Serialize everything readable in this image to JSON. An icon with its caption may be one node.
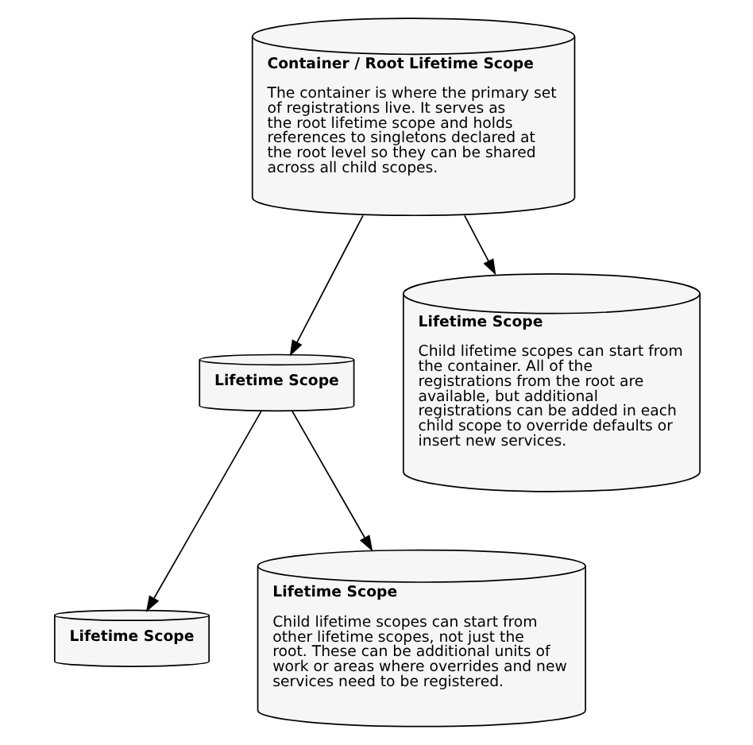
{
  "diagram": {
    "nodes": [
      {
        "text": [
          "Container / Root Lifetime Scope",
          "The container is where the primary set of registrations live. It serves as the root lifetime scope and holds references to singletons declared at the root level so they can be shared across all child scopes."
        ]
      },
      {
        "text": [
          "Lifetime Scope"
        ]
      },
      {
        "text": [
          "Lifetime Scope",
          "Child lifetime scopes can start from the container. All of the registrations from the root are available, but additional registrations can be added in each child scope to override defaults or insert new services."
        ]
      },
      {
        "text": [
          "Lifetime Scope"
        ]
      },
      {
        "text": [
          "Lifetime Scope",
          "Child lifetime scopes can start from other lifetime scopes, not just the root. These can be additional units of work or areas where overrides and new services need to be registered."
        ]
      }
    ],
    "edges": [
      {
        "from": 0,
        "to": 1,
        "arrow": "to"
      },
      {
        "from": 0,
        "to": 2,
        "arrow": "to"
      },
      {
        "from": 1,
        "to": 3,
        "arrow": "to"
      },
      {
        "from": 1,
        "to": 4,
        "arrow": "to"
      }
    ]
  }
}
